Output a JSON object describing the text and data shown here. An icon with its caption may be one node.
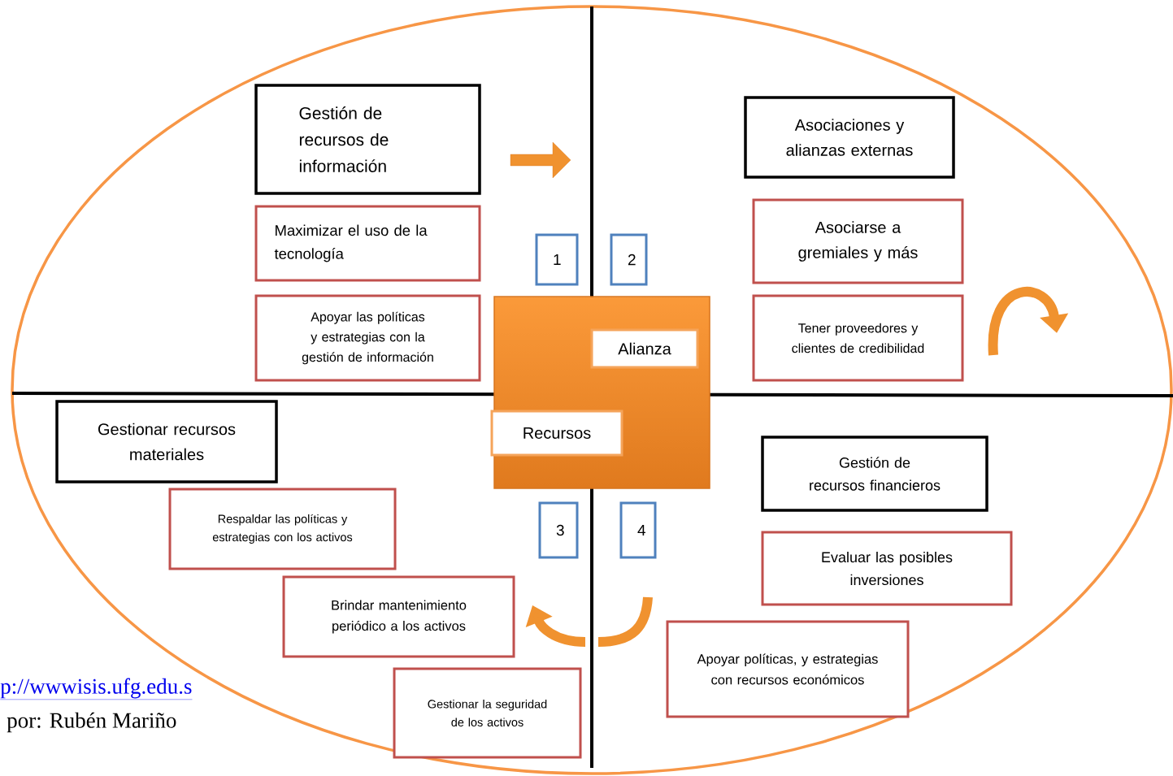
{
  "diagram": {
    "nodes": [
      {
        "text": [
          "Gestión de recursos de información"
        ]
      },
      {
        "text": [
          "Maximizar el uso de la tecnología"
        ]
      },
      {
        "text": [
          "Apoyar las políticas y estrategias con la gestión de información"
        ]
      },
      {
        "text": [
          "Asociaciones y alianzas externas"
        ]
      },
      {
        "text": [
          "Asociarse a gremiales y más"
        ]
      },
      {
        "text": [
          "Tener proveedores y clientes de credibilidad"
        ]
      },
      {
        "text": [
          "Gestionar recursos materiales"
        ]
      },
      {
        "text": [
          "Respaldar las políticas y estrategias con los activos"
        ]
      },
      {
        "text": [
          "Brindar mantenimiento periódico a los activos"
        ]
      },
      {
        "text": [
          "Gestionar la seguridad de los activos"
        ]
      },
      {
        "text": [
          "Gestión de recursos financieros"
        ]
      },
      {
        "text": [
          "Evaluar las posibles inversiones"
        ]
      },
      {
        "text": [
          "Apoyar políticas, y estrategias con recursos económicos"
        ]
      },
      {
        "text": [
          "1"
        ]
      },
      {
        "text": [
          "2"
        ]
      },
      {
        "text": [
          "3"
        ]
      },
      {
        "text": [
          "4"
        ]
      },
      {
        "text": [],
        "shape": "box"
      },
      {
        "text": [
          "Alianza"
        ],
        "in": 17
      },
      {
        "text": [
          "Recursos"
        ],
        "in": 17
      }
    ],
    "edges": [],
    "labels": [
      "p://wwwisis.ufg.edu.s",
      "por: Rubén Mariño"
    ]
  }
}
